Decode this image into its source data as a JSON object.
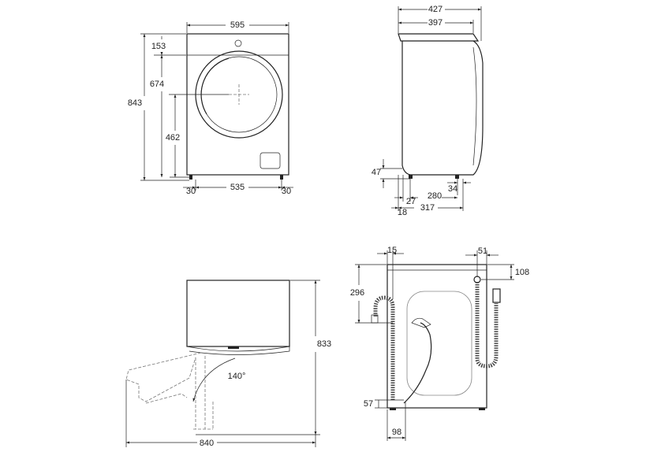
{
  "front_view": {
    "width": "595",
    "height": "843",
    "top_panel": "153",
    "door_top": "674",
    "door_center": "462",
    "foot_left": "30",
    "foot_span": "535",
    "foot_right": "30"
  },
  "side_view": {
    "depth_total": "427",
    "depth_body": "397",
    "foot_height": "47",
    "rear_offset": "18",
    "rear_foot": "27",
    "foot_span": "280",
    "front_foot": "34",
    "foot_to_front": "317"
  },
  "door_open_view": {
    "height": "833",
    "depth_open": "840",
    "angle": "140°"
  },
  "back_view": {
    "drain_offset": "15",
    "inlet_offset": "51",
    "inlet_height": "108",
    "drain_height": "296",
    "cable_height": "57",
    "cable_offset": "98"
  }
}
